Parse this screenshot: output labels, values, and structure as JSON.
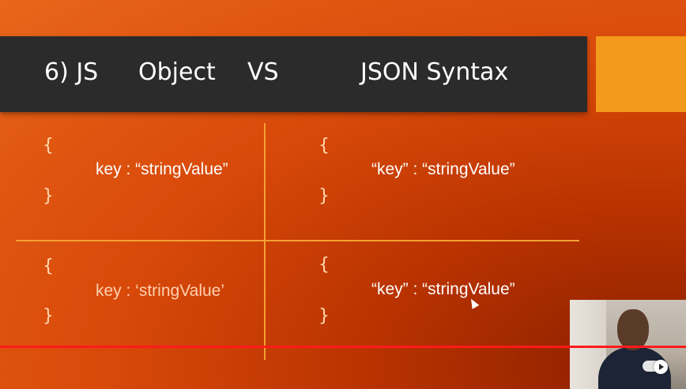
{
  "slide": {
    "title_parts": [
      "6) JS",
      "Object",
      "VS",
      "JSON Syntax"
    ],
    "colors": {
      "title_bar": "#2b2b2b",
      "accent": "#f39a1c",
      "divider": "#f4a033",
      "background": "#d94a0a",
      "progress_line": "#ff1a1a"
    },
    "cells": [
      {
        "open": "{",
        "body": "key : “stringValue”",
        "close": "}"
      },
      {
        "open": "{",
        "body": "“key” : “stringValue”",
        "close": "}"
      },
      {
        "open": "{",
        "body": "key : ‘stringValue’",
        "close": "}"
      },
      {
        "open": "{",
        "body": "“key” : “stringValue”",
        "close": "}"
      }
    ]
  },
  "player": {
    "icons": [
      "autoplay-toggle-icon",
      "play-icon"
    ]
  }
}
